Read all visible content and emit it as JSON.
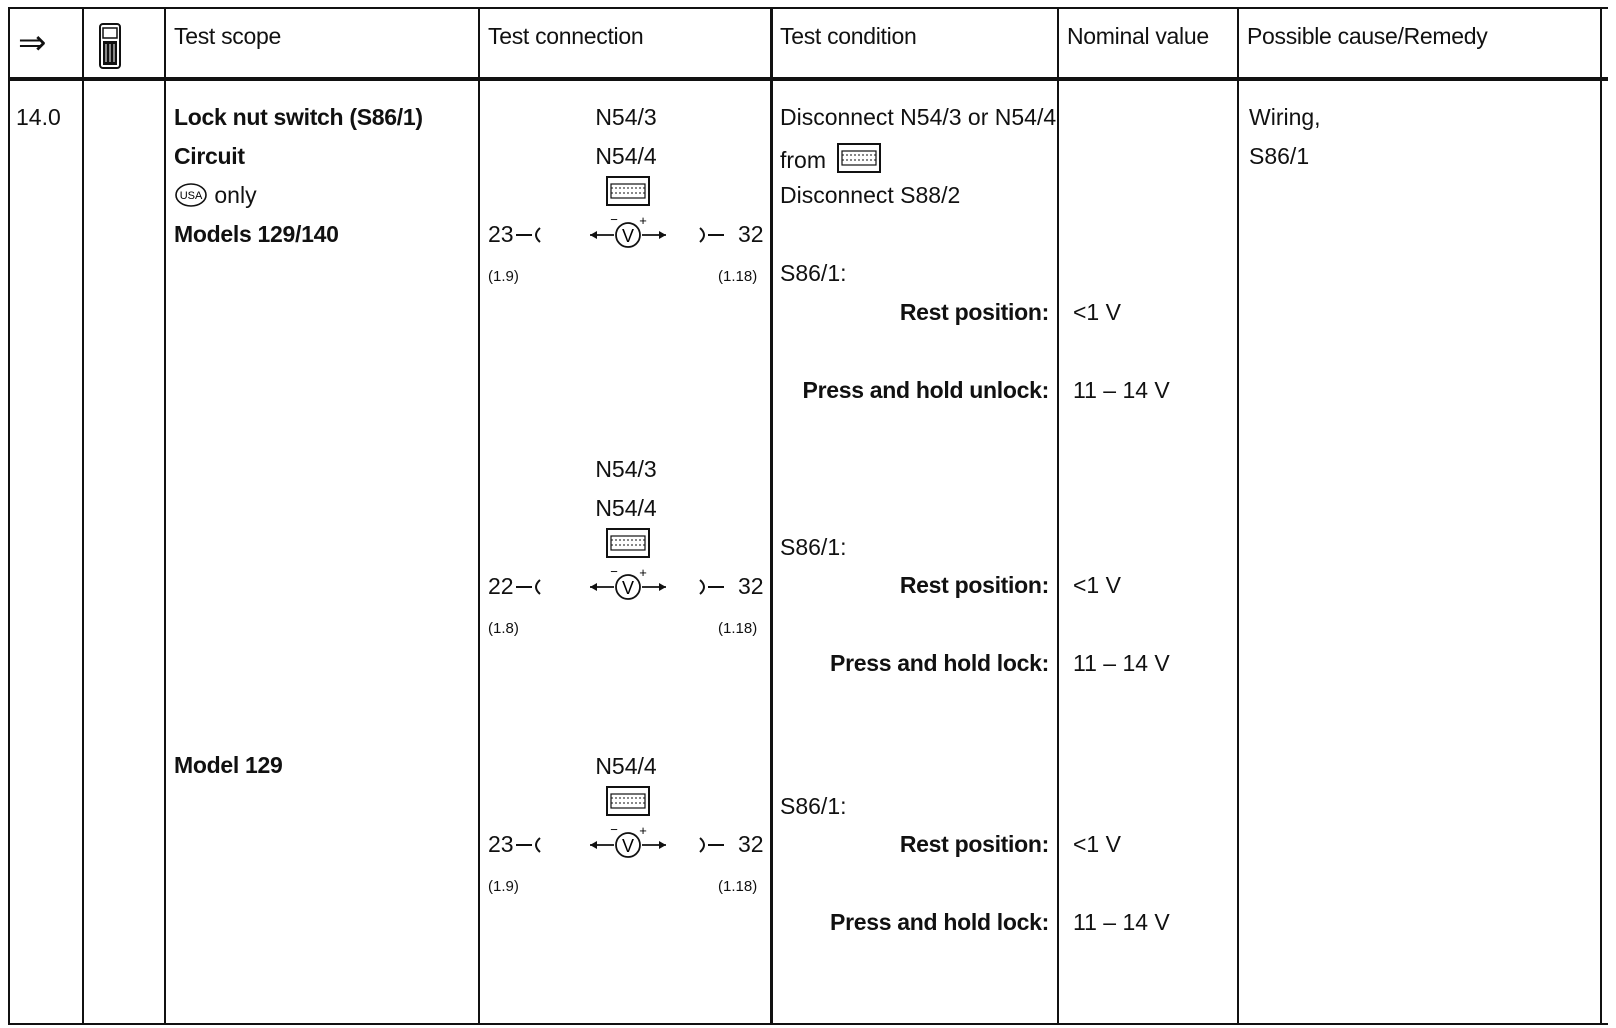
{
  "header": {
    "arrow": "⇒",
    "test_scope": "Test scope",
    "test_connection": "Test connection",
    "test_condition": "Test condition",
    "nominal_value": "Nominal value",
    "remedy": "Possible cause/Remedy"
  },
  "step": "14.0",
  "scope": {
    "title": "Lock nut switch (S86/1)",
    "line2": "Circuit",
    "usa_badge": "USA",
    "usa_suffix": "only",
    "models": "Models 129/140",
    "model_129": "Model 129"
  },
  "connections": [
    {
      "labels": [
        "N54/3",
        "N54/4"
      ],
      "left_pin": "23",
      "left_sub": "(1.9)",
      "right_pin": "32",
      "right_sub": "(1.18)"
    },
    {
      "labels": [
        "N54/3",
        "N54/4"
      ],
      "left_pin": "22",
      "left_sub": "(1.8)",
      "right_pin": "32",
      "right_sub": "(1.18)"
    },
    {
      "labels": [
        "N54/4"
      ],
      "left_pin": "23",
      "left_sub": "(1.9)",
      "right_pin": "32",
      "right_sub": "(1.18)"
    }
  ],
  "condition": {
    "disconnect1": "Disconnect N54/3 or N54/4",
    "from": "from",
    "disconnect2": "Disconnect S88/2",
    "s86_label": "S86/1:",
    "rest": "Rest position:",
    "unlock": "Press and hold unlock:",
    "lock": "Press and hold lock:"
  },
  "nominal": {
    "lt1": "<1 V",
    "range": "11 – 14 V"
  },
  "remedy": {
    "line1": "Wiring,",
    "line2": "S86/1"
  },
  "icons": {
    "voltmeter": "voltmeter-icon",
    "control_unit": "control-unit-icon",
    "tester": "handheld-tester-icon"
  }
}
